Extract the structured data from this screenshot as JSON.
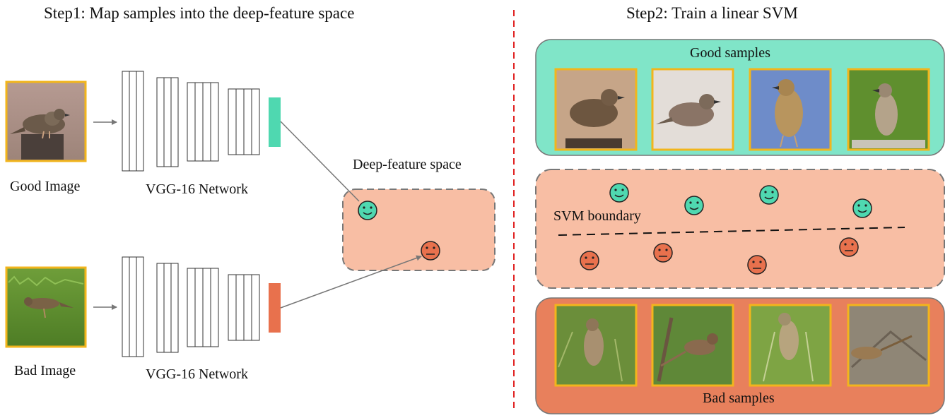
{
  "step1": {
    "title": "Step1: Map samples into the deep-feature space",
    "good_image_label": "Good Image",
    "bad_image_label": "Bad Image",
    "network_label_top": "VGG-16 Network",
    "network_label_bottom": "VGG-16 Network",
    "feature_space_label": "Deep-feature space"
  },
  "step2": {
    "title": "Step2: Train a linear SVM",
    "good_samples_label": "Good samples",
    "svm_boundary_label": "SVM boundary",
    "bad_samples_label": "Bad samples"
  },
  "colors": {
    "good": "#4fd8b0",
    "good_panel": "#80e5c8",
    "bad": "#e8714d",
    "bad_panel": "#e8805c",
    "feature_space": "#f8bea4",
    "frame": "#f2b51c",
    "divider": "#e02020"
  }
}
